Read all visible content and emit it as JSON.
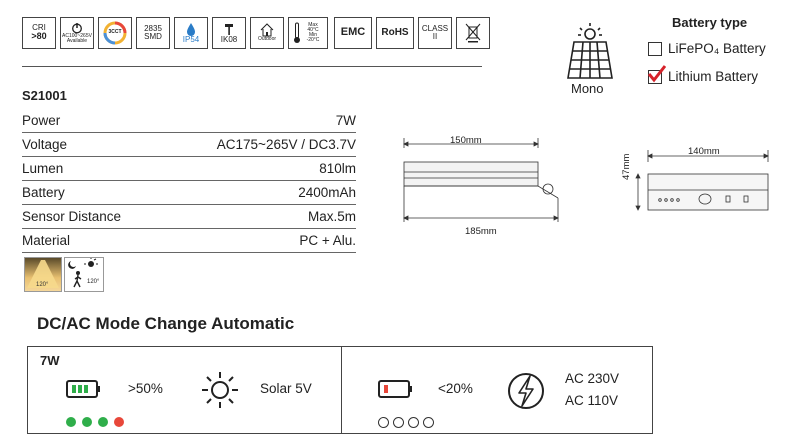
{
  "certs": {
    "cri_label": "CRI",
    "cri_value": ">80",
    "power_text": "AC100~265V Available",
    "cct_text": "3CCT",
    "led_line1": "2835",
    "led_line2": "SMD",
    "ip_text": "IP54",
    "ik_text": "IK08",
    "outdoor_text": "Outdoor",
    "temp_text": "Max 40°C Min -20°C",
    "emc_text": "EMC",
    "rohs_text": "RoHS",
    "class_line1": "CLASS",
    "class_line2": "II"
  },
  "solar": {
    "label": "Mono"
  },
  "battery_type": {
    "title": "Battery type",
    "options": [
      {
        "label": "LiFePO₄ Battery",
        "checked": false
      },
      {
        "label": "Lithium Battery",
        "checked": true
      }
    ]
  },
  "model": "S21001",
  "specs": [
    {
      "label": "Power",
      "value": "7W"
    },
    {
      "label": "Voltage",
      "value": "AC175~265V / DC3.7V"
    },
    {
      "label": "Lumen",
      "value": "810lm"
    },
    {
      "label": "Battery",
      "value": "2400mAh"
    },
    {
      "label": "Sensor Distance",
      "value": "Max.5m"
    },
    {
      "label": "Material",
      "value": "PC + Alu."
    }
  ],
  "beam": {
    "angle_label": "120°",
    "sensor_angle_label": "120°"
  },
  "drawing": {
    "side_top_width": "150mm",
    "side_bottom_width": "185mm",
    "front_width": "140mm",
    "front_height": "47mm"
  },
  "mode_section": {
    "title": "DC/AC Mode Change Automatic",
    "power_label": "7W",
    "high_threshold": ">50%",
    "solar_label": "Solar 5V",
    "low_threshold": "<20%",
    "ac_line1": "AC 230V",
    "ac_line2": "AC 110V",
    "dot_colors": [
      "#2fae4a",
      "#2fae4a",
      "#2fae4a",
      "#e8473a"
    ]
  }
}
